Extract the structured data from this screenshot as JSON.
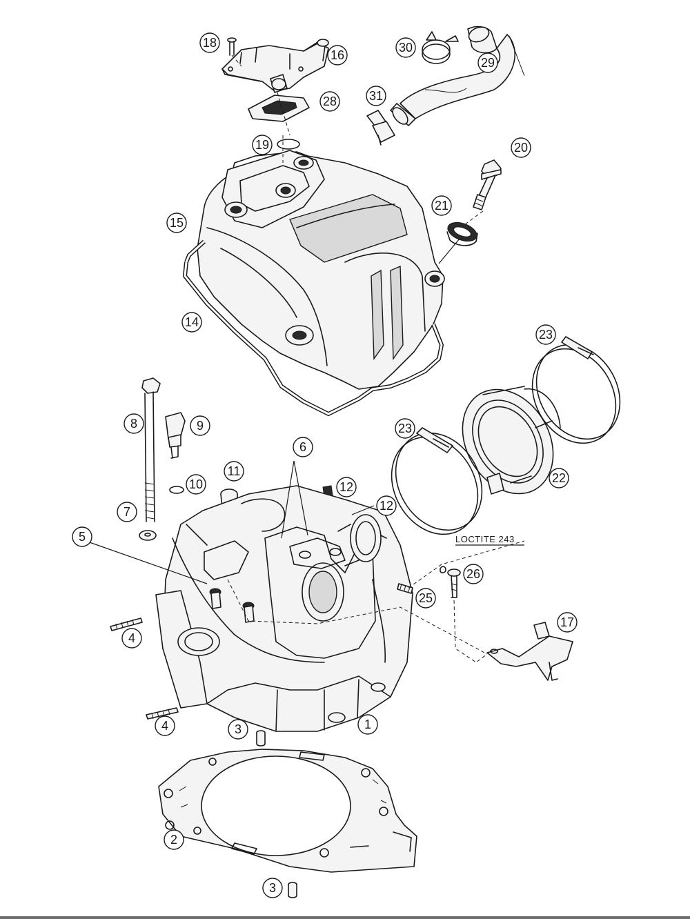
{
  "diagram": {
    "callouts": [
      "1",
      "2",
      "3",
      "3",
      "4",
      "4",
      "5",
      "6",
      "7",
      "8",
      "9",
      "10",
      "11",
      "12",
      "12",
      "14",
      "15",
      "16",
      "18",
      "19",
      "20",
      "21",
      "22",
      "23",
      "23",
      "25",
      "26",
      "17",
      "28",
      "29",
      "30",
      "31"
    ],
    "note": "LOCTITE 243"
  }
}
